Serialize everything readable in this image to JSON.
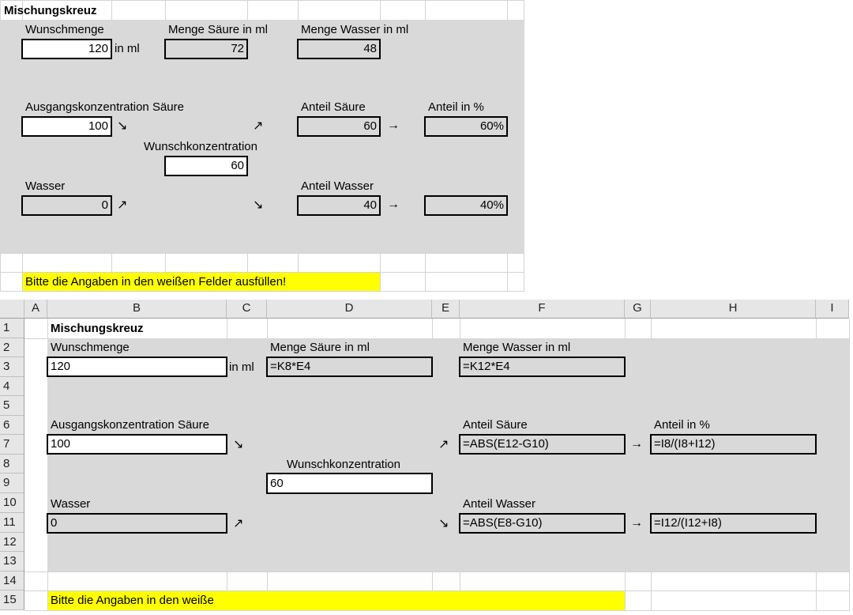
{
  "top": {
    "title": "Mischungskreuz",
    "wunschmenge_label": "Wunschmenge",
    "wunschmenge_value": "120",
    "unit_ml": "in ml",
    "menge_saeure_label": "Menge Säure in ml",
    "menge_saeure_value": "72",
    "menge_wasser_label": "Menge Wasser in ml",
    "menge_wasser_value": "48",
    "ausgang_label": "Ausgangskonzentration Säure",
    "ausgang_value": "100",
    "anteil_saeure_label": "Anteil Säure",
    "anteil_saeure_value": "60",
    "anteil_pct_label": "Anteil in %",
    "anteil_pct_saeure": "60%",
    "wunschkonz_label": "Wunschkonzentration",
    "wunschkonz_value": "60",
    "wasser_label": "Wasser",
    "wasser_value": "0",
    "anteil_wasser_label": "Anteil Wasser",
    "anteil_wasser_value": "40",
    "anteil_pct_wasser": "40%",
    "note": "Bitte die Angaben in den weißen Felder ausfüllen!"
  },
  "sheet": {
    "columns": [
      "A",
      "B",
      "C",
      "D",
      "E",
      "F",
      "G",
      "H",
      "I"
    ],
    "rows": [
      "1",
      "2",
      "3",
      "4",
      "5",
      "6",
      "7",
      "8",
      "9",
      "10",
      "11",
      "12",
      "13",
      "14",
      "15"
    ],
    "title": "Mischungskreuz",
    "wunschmenge_label": "Wunschmenge",
    "wunschmenge_value": "120",
    "unit_ml": "in ml",
    "menge_saeure_label": "Menge Säure in ml",
    "menge_saeure_formula": "=K8*E4",
    "menge_wasser_label": "Menge Wasser in ml",
    "menge_wasser_formula": "=K12*E4",
    "ausgang_label": "Ausgangskonzentration Säure",
    "ausgang_value": "100",
    "anteil_saeure_label": "Anteil Säure",
    "anteil_saeure_formula": "=ABS(E12-G10)",
    "anteil_pct_label": "Anteil in %",
    "anteil_pct_saeure_formula": "=I8/(I8+I12)",
    "wunschkonz_label": "Wunschkonzentration",
    "wunschkonz_value": "60",
    "wasser_label": "Wasser",
    "wasser_value": "0",
    "anteil_wasser_label": "Anteil Wasser",
    "anteil_wasser_formula": "=ABS(E8-G10)",
    "anteil_pct_wasser_formula": "=I12/(I12+I8)",
    "note_truncated": "Bitte die Angaben in den weiße"
  },
  "icons": {
    "arrow_down_right": "↘",
    "arrow_up_right": "↗",
    "arrow_right": "→"
  }
}
